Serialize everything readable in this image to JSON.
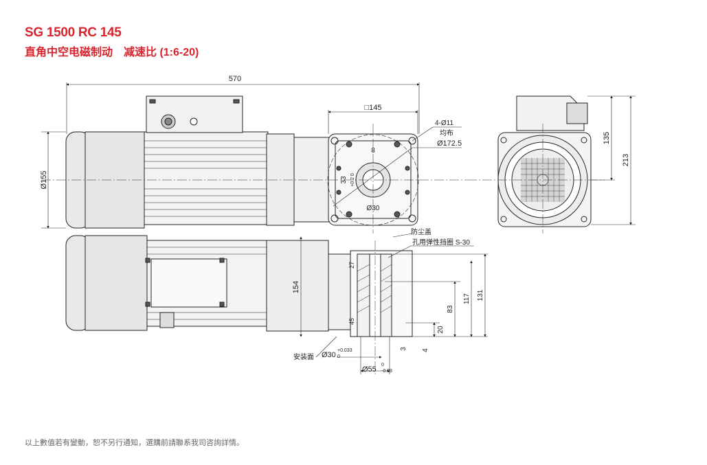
{
  "header": {
    "model": "SG 1500 RC 145",
    "subtitle": "直角中空电磁制动　减速比 (1:6-20)",
    "color": "#d9232d"
  },
  "dims": {
    "overall_length": "570",
    "flange_square": "□145",
    "holes": "4-Ø11",
    "holes_note": "均布",
    "pcd": "Ø172.5",
    "motor_dia": "Ø155",
    "keyway_w": "8",
    "keyway_h": "33",
    "keyway_tol": "+0.2 0",
    "bore": "Ø30",
    "side_h1": "135",
    "side_h2": "213",
    "body_h": "154",
    "dim_27": "27",
    "dim_45": "45",
    "dim_83": "83",
    "dim_117": "117",
    "dim_131": "131",
    "dim_20": "20",
    "dim_3": "3",
    "dim_4": "4",
    "shaft_bore": "Ø30",
    "shaft_bore_tol_upper": "+0.033",
    "shaft_bore_tol_lower": "0",
    "outer_dia": "Ø55",
    "outer_tol_upper": "0",
    "outer_tol_lower": "-0.03",
    "cap_label": "防尘盖",
    "circlip_label": "孔用弹性挡圈 S-30",
    "mount_label": "安装面"
  },
  "footer": "以上數值若有變動，恕不另行通知，選購前請聯系我司咨詢詳情。"
}
